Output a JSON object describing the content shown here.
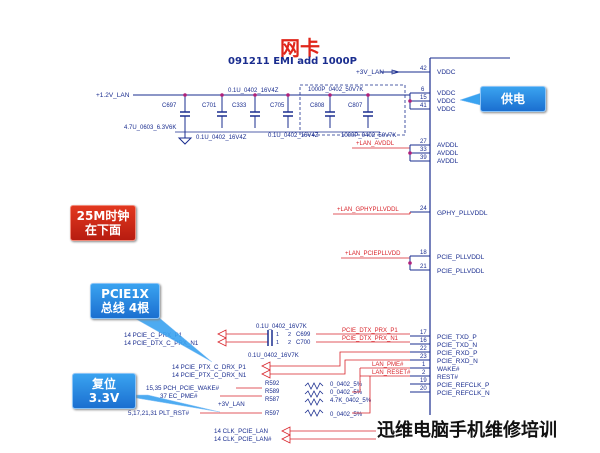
{
  "title": "网卡",
  "subtitle": "091211 EMI add 1000P",
  "callouts": {
    "power": "供电",
    "clock": [
      "25M时钟",
      "在下面"
    ],
    "pcie": [
      "PCIE1X",
      "总线 4根"
    ],
    "reset": [
      "复位",
      "3.3V"
    ]
  },
  "watermark": "迅维电脑手机维修培训",
  "net_labels": {
    "v3_lan": "+3V_LAN",
    "v12_lan": "+1.2V_LAN",
    "lan_avddl": "+LAN_AVDDL",
    "lan_gphypll": "+LAN_GPHYPLLVDDL",
    "lan_pciepll": "+LAN_PCIEPLLVDD",
    "v3_lan_b": "+3V_LAN"
  },
  "components": {
    "caps": [
      "C697",
      "C701",
      "C333",
      "C705",
      "C808",
      "C807"
    ],
    "cap_values": {
      "v1": "0.1U_0402_16V4Z",
      "v2": "1000P_0402_50V7K",
      "v3": "4.7U_0603_6.3V6K",
      "v4": "0.1U_0402_16V4Z",
      "v5": "0.1U_0402_16V4Z",
      "v6": "1000P_0402_50V7K"
    },
    "pcie_caps": [
      "C699",
      "C700"
    ],
    "pcie_cap_value_top": "0.1U_0402_16V7K",
    "pcie_cap_value_bot": "0.1U_0402_16V7K",
    "resistors": [
      "R592",
      "R589",
      "R587",
      "R597"
    ],
    "res_values": [
      "0_0402_5%",
      "0_0402_5%",
      "4.7K_0402_5%",
      "0_0402_5%"
    ]
  },
  "pins": [
    {
      "num": "42",
      "name": "VDDC"
    },
    {
      "num": "6",
      "name": "VDDC"
    },
    {
      "num": "15",
      "name": "VDDC"
    },
    {
      "num": "41",
      "name": "VDDC"
    },
    {
      "num": "27",
      "name": "AVDDL"
    },
    {
      "num": "33",
      "name": "AVDDL"
    },
    {
      "num": "39",
      "name": "AVDDL"
    },
    {
      "num": "24",
      "name": "GPHY_PLLVDDL"
    },
    {
      "num": "18",
      "name": "PCIE_PLLVDDL"
    },
    {
      "num": "21",
      "name": "PCIE_PLLVDDL"
    },
    {
      "num": "17",
      "name": "PCIE_TXD_P"
    },
    {
      "num": "16",
      "name": "PCIE_TXD_N"
    },
    {
      "num": "22",
      "name": "PCIE_RXD_P"
    },
    {
      "num": "23",
      "name": "PCIE_RXD_N"
    },
    {
      "num": "1",
      "name": "WAKE#"
    },
    {
      "num": "2",
      "name": "REST#"
    },
    {
      "num": "19",
      "name": "PCIE_REFCLK_P"
    },
    {
      "num": "20",
      "name": "PCIE_REFCLK_N"
    }
  ],
  "left_signals": {
    "prx_p": "14  PCIE_C_PRX_P1",
    "prx_n": "14  PCIE_DTX_C_PRX_N1",
    "ptx_p": "14  PCIE_PTX_C_DRX_P1",
    "ptx_n": "14  PCIE_PTX_C_DRX_N1",
    "wake": "15,35  PCH_PCIE_WAKE#",
    "ec_pme": "37    EC_PME#",
    "v3_lan": "+3V_LAN",
    "plt_rst": "5,17,21,31  PLT_RST#",
    "clk_p": "14  CLK_PCIE_LAN",
    "clk_n": "14  CLK_PCIE_LAN#"
  },
  "right_signals": {
    "dtx_p": "PCIE_DTX_PRX_P1",
    "dtx_n": "PCIE_DTX_PRX_N1",
    "lan_pme": "LAN_PME#",
    "lan_reset": "LAN_RESET#"
  },
  "colors": {
    "schematic_blue": "#1a2d8f",
    "net_red": "#d8232a",
    "title_red": "#e0261b",
    "component_magenta": "#b0207a",
    "callout_blue": "#1b6fd0",
    "callout_red": "#b71c10"
  }
}
